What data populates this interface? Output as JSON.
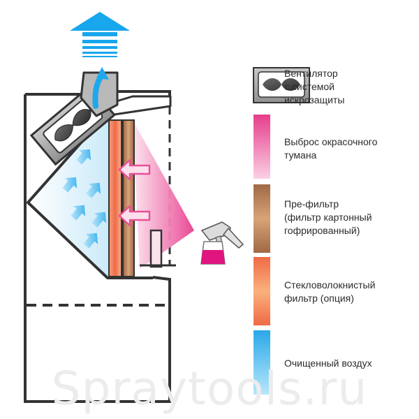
{
  "diagram": {
    "watermark": "Spraytools.ru",
    "colors": {
      "outline": "#333333",
      "fan_housing": "#9b9b9b",
      "paint_mist": "#e8408f",
      "prefilter": "#b07a52",
      "fiberglass": "#f07a5a",
      "clean_air": "#2fb3ea"
    },
    "legend": [
      {
        "id": "fan",
        "icon": "fan-spark-protection-icon",
        "lines": [
          "Вентилятор",
          "с системой",
          "искрозащиты"
        ]
      },
      {
        "id": "mist",
        "icon": "paint-mist-swatch",
        "lines": [
          "Выброс окрасочного",
          "тумана"
        ]
      },
      {
        "id": "prefilter",
        "icon": "prefilter-swatch",
        "lines": [
          "Пре-фильтр",
          "(фильтр картонный",
          "гофрированный)"
        ]
      },
      {
        "id": "fiberglass",
        "icon": "fiberglass-swatch",
        "lines": [
          "Стекловолокнистый",
          "фильтр (опция)"
        ]
      },
      {
        "id": "clean_air",
        "icon": "clean-air-swatch",
        "lines": [
          "Очищенный воздух"
        ]
      }
    ]
  }
}
